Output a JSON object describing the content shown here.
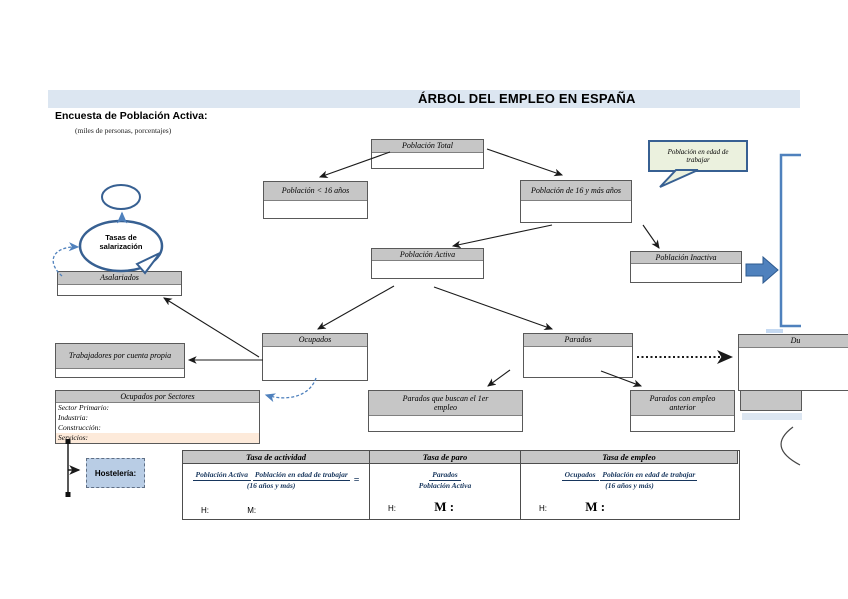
{
  "title": "ÁRBOL DEL EMPLEO EN ESPAÑA",
  "survey": {
    "name": "Encuesta de Población Activa:",
    "note": "(miles de personas, porcentajes)"
  },
  "callout": {
    "label": "Población en edad de trabajar"
  },
  "cloud": {
    "label": "Tasas de salarización"
  },
  "boxes": {
    "poblacion_total": "Población Total",
    "poblacion_menor_16": "Población < 16 años",
    "poblacion_16_mas": "Población de 16 y más años",
    "poblacion_activa": "Población Activa",
    "poblacion_inactiva": "Población Inactiva",
    "ocupados": "Ocupados",
    "parados": "Parados",
    "asalariados": "Asalariados",
    "trabajadores_cuenta_propia": "Trabajadores por cuenta propia",
    "parados_primer_empleo": "Parados que buscan el 1er empleo",
    "parados_empleo_anterior": "Parados con empleo anterior",
    "duracion_fragment": "Du"
  },
  "sectores": {
    "header": "Ocupados por Sectores",
    "rows": [
      "Sector Primario:",
      "Industria:",
      "Construcción:",
      "Servicios:"
    ],
    "highlight": "Hostelería:"
  },
  "rates": {
    "columns": [
      {
        "header": "Tasa de actividad",
        "numerator": "Población Activa",
        "denominator": "Población en edad de trabajar",
        "denominator_note": "(16 años y más)",
        "equals": "=",
        "h_label": "H:",
        "m_label": "M:"
      },
      {
        "header": "Tasa de paro",
        "numerator": "Parados",
        "denominator": "Población Activa",
        "h_label": "H:",
        "m_label": "M :"
      },
      {
        "header": "Tasa de empleo",
        "numerator": "Ocupados",
        "denominator": "Población en edad de trabajar",
        "denominator_note": "(16 años y más)",
        "h_label": "H:",
        "m_label": "M :"
      }
    ]
  },
  "colors": {
    "accent_blue": "#4f81bd",
    "dark_blue_border": "#376092",
    "band_blue": "#dce6f1",
    "header_gray": "#c6c6c6",
    "callout_green": "#ebf1de",
    "highlight_peach": "#fdeada",
    "hosteleria_blue": "#b9cde5",
    "formula_navy": "#17365d"
  }
}
